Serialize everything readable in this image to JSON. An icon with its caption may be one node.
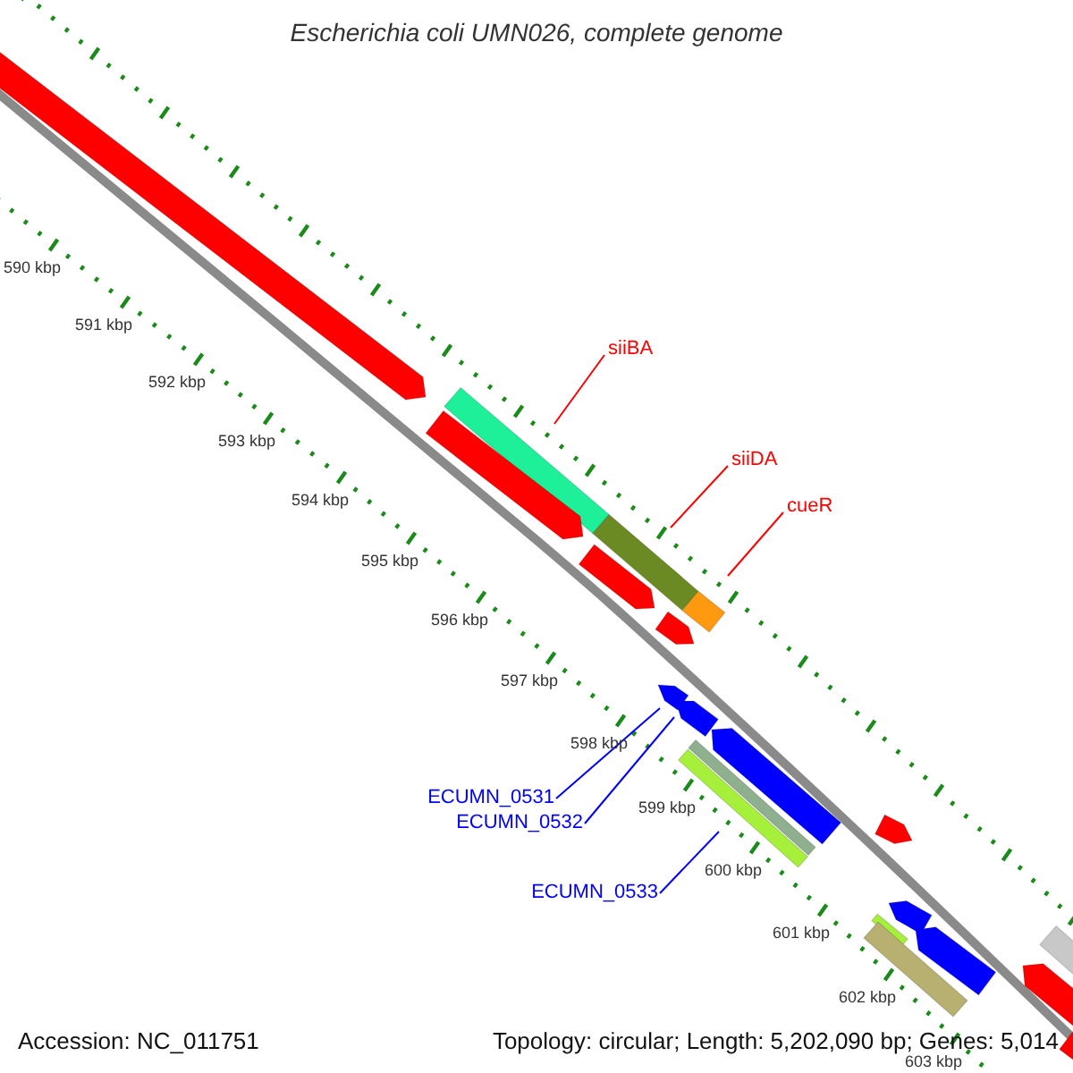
{
  "diagram": {
    "title": "Escherichia coli UMN026, complete genome",
    "nodes": [
      {
        "text": [
          "siiBA"
        ]
      },
      {
        "text": [
          "siiDA"
        ]
      },
      {
        "text": [
          "cueR"
        ]
      },
      {
        "text": [
          "ECUMN_0531"
        ]
      },
      {
        "text": [
          "ECUMN_0532"
        ]
      },
      {
        "text": [
          "ECUMN_0533"
        ]
      },
      {
        "text": [],
        "shape": "arrow"
      },
      {
        "text": [],
        "shape": "bar"
      },
      {
        "text": [],
        "shape": "arrow"
      },
      {
        "text": [],
        "shape": "bar"
      },
      {
        "text": [],
        "shape": "arrow"
      },
      {
        "text": [],
        "shape": "bar"
      },
      {
        "text": [],
        "shape": "arrow"
      },
      {
        "text": [],
        "shape": "arrow"
      },
      {
        "text": [],
        "shape": "arrow"
      },
      {
        "text": [],
        "shape": "arrow"
      },
      {
        "text": [],
        "shape": "bar"
      },
      {
        "text": [],
        "shape": "bar"
      },
      {
        "text": [],
        "shape": "arrow"
      },
      {
        "text": [],
        "shape": "bar"
      },
      {
        "text": [],
        "shape": "arrow"
      },
      {
        "text": [],
        "shape": "bar"
      },
      {
        "text": [],
        "shape": "arrow"
      },
      {
        "text": [],
        "shape": "arrow"
      },
      {
        "text": [],
        "shape": "bar"
      },
      {
        "text": [],
        "shape": "bar"
      }
    ],
    "edges": [
      {
        "from": 0,
        "to": 7,
        "arrow": "none"
      },
      {
        "from": 1,
        "to": 9,
        "arrow": "none"
      },
      {
        "from": 2,
        "to": 11,
        "arrow": "none"
      },
      {
        "from": 3,
        "to": 13,
        "arrow": "none",
        "color": "#0000ff"
      },
      {
        "from": 4,
        "to": 14,
        "arrow": "none",
        "color": "#0000ff"
      },
      {
        "from": 5,
        "to": 17,
        "arrow": "none",
        "color": "#0000ff"
      }
    ],
    "labels": [
      "590 kbp",
      "591 kbp",
      "592 kbp",
      "593 kbp",
      "594 kbp",
      "595 kbp",
      "596 kbp",
      "597 kbp",
      "598 kbp",
      "599 kbp",
      "600 kbp",
      "601 kbp",
      "602 kbp",
      "603 kbp",
      "Accession: NC_011751",
      "Topology: circular; Length: 5,202,090 bp; Genes: 5,014"
    ]
  }
}
